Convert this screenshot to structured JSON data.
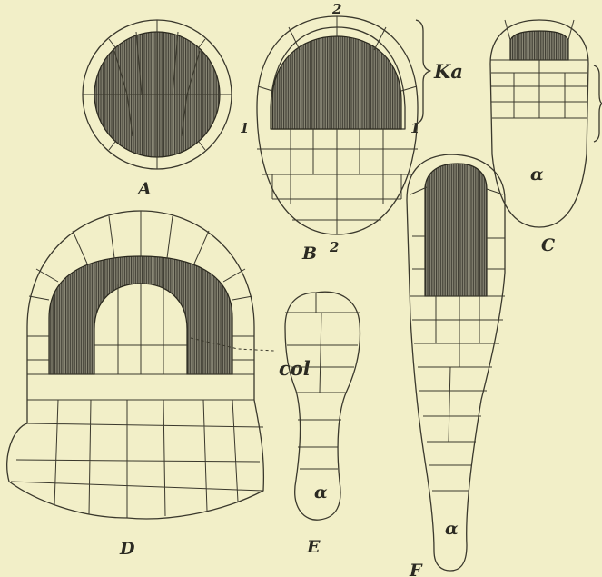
{
  "figures": [
    {
      "id": "A",
      "label": "A"
    },
    {
      "id": "B",
      "label": "B"
    },
    {
      "id": "C",
      "label": "C"
    },
    {
      "id": "D",
      "label": "D"
    },
    {
      "id": "E",
      "label": "E"
    },
    {
      "id": "F",
      "label": "F"
    }
  ],
  "annotations": {
    "ka": "Ka",
    "col": "col",
    "b_top": "2",
    "b_bottom": "2",
    "b_left": "1",
    "b_right": "1",
    "alpha_c": "α",
    "alpha_e": "α",
    "alpha_f": "α"
  },
  "colors": {
    "background": "#f2efc8",
    "ink": "#3a382c",
    "hatched_tissue": "#6c6a5a"
  }
}
